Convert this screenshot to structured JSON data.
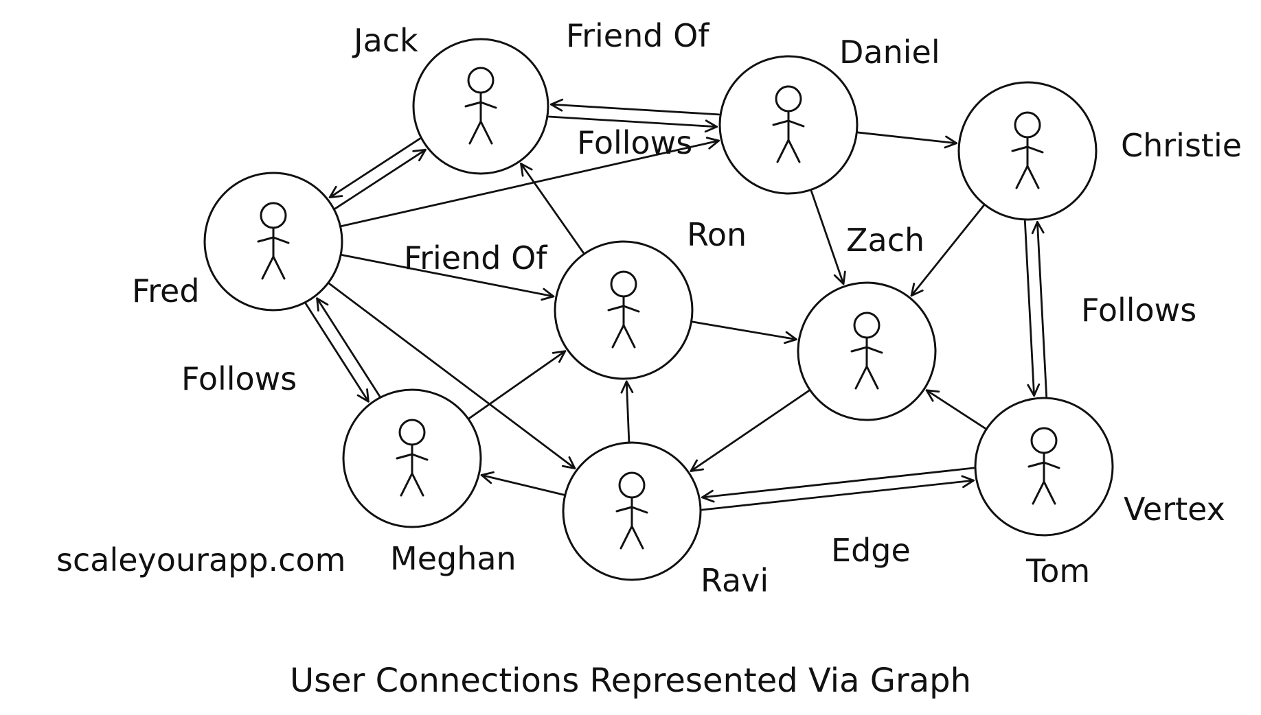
{
  "title": "User Connections Represented Via Graph",
  "watermark": "scaleyourapp.com",
  "nodes": [
    {
      "id": "jack",
      "label": "Jack"
    },
    {
      "id": "daniel",
      "label": "Daniel"
    },
    {
      "id": "christie",
      "label": "Christie"
    },
    {
      "id": "fred",
      "label": "Fred"
    },
    {
      "id": "ron",
      "label": "Ron"
    },
    {
      "id": "zach",
      "label": "Zach"
    },
    {
      "id": "meghan",
      "label": "Meghan"
    },
    {
      "id": "ravi",
      "label": "Ravi"
    },
    {
      "id": "tom",
      "label": "Tom"
    }
  ],
  "edge_labels": {
    "friend_of_top": "Friend Of",
    "follows_top": "Follows",
    "friend_of_mid": "Friend Of",
    "follows_left": "Follows",
    "follows_right": "Follows",
    "edge": "Edge",
    "vertex": "Vertex"
  },
  "edges": [
    {
      "from": "jack",
      "to": "daniel"
    },
    {
      "from": "daniel",
      "to": "jack"
    },
    {
      "from": "jack",
      "to": "fred"
    },
    {
      "from": "fred",
      "to": "jack"
    },
    {
      "from": "fred",
      "to": "daniel"
    },
    {
      "from": "fred",
      "to": "ron"
    },
    {
      "from": "fred",
      "to": "meghan"
    },
    {
      "from": "meghan",
      "to": "fred"
    },
    {
      "from": "fred",
      "to": "ravi"
    },
    {
      "from": "ron",
      "to": "jack"
    },
    {
      "from": "ron",
      "to": "zach"
    },
    {
      "from": "meghan",
      "to": "ron"
    },
    {
      "from": "ravi",
      "to": "ron"
    },
    {
      "from": "ravi",
      "to": "meghan"
    },
    {
      "from": "daniel",
      "to": "christie"
    },
    {
      "from": "daniel",
      "to": "zach"
    },
    {
      "from": "christie",
      "to": "zach"
    },
    {
      "from": "christie",
      "to": "tom"
    },
    {
      "from": "tom",
      "to": "christie"
    },
    {
      "from": "zach",
      "to": "ravi"
    },
    {
      "from": "tom",
      "to": "zach"
    },
    {
      "from": "ravi",
      "to": "tom"
    },
    {
      "from": "tom",
      "to": "ravi"
    }
  ]
}
